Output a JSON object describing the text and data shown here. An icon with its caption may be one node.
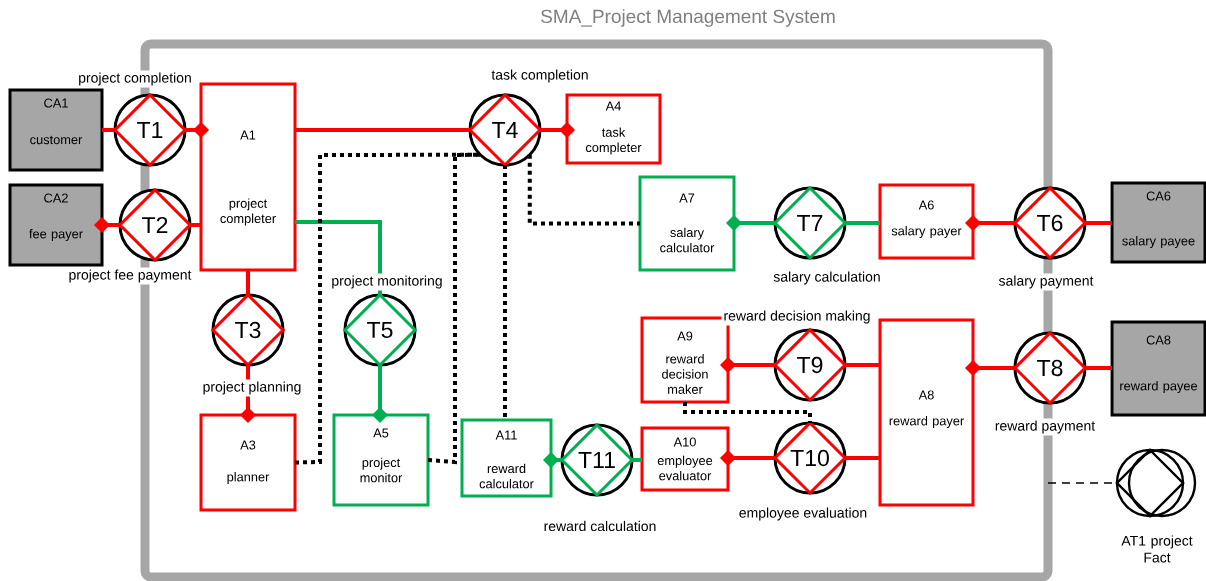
{
  "diagram": {
    "nodes": [
      {
        "text": [
          "SMA_Project Management System"
        ]
      },
      {
        "text": [
          "CA1",
          "customer"
        ]
      },
      {
        "text": [
          "CA2",
          "fee payer"
        ]
      },
      {
        "text": [
          "T1"
        ],
        "beside": [
          "project completion"
        ]
      },
      {
        "text": [
          "T2"
        ],
        "beside": [
          "project fee payment"
        ]
      },
      {
        "text": [
          "A1",
          "project completer"
        ],
        "in": 0
      },
      {
        "text": [
          "T3"
        ],
        "beside": [
          "project planning"
        ],
        "in": 0
      },
      {
        "text": [
          "A3",
          "planner"
        ],
        "in": 0
      },
      {
        "text": [
          "T5"
        ],
        "beside": [
          "project monitoring"
        ],
        "in": 0
      },
      {
        "text": [
          "A5",
          "project monitor"
        ],
        "in": 0
      },
      {
        "text": [
          "T4"
        ],
        "beside": [
          "task completion"
        ],
        "in": 0
      },
      {
        "text": [
          "A4",
          "task completer"
        ],
        "in": 0
      },
      {
        "text": [
          "A7",
          "salary calculator"
        ],
        "in": 0
      },
      {
        "text": [
          "T7"
        ],
        "beside": [
          "salary calculation"
        ],
        "in": 0
      },
      {
        "text": [
          "A6",
          "salary payer"
        ],
        "in": 0
      },
      {
        "text": [
          "T6"
        ],
        "beside": [
          "salary payment"
        ]
      },
      {
        "text": [
          "CA6",
          "salary payee"
        ]
      },
      {
        "text": [
          "A9",
          "reward decision maker"
        ],
        "in": 0
      },
      {
        "text": [
          "T9"
        ],
        "beside": [
          "reward decision making"
        ],
        "in": 0
      },
      {
        "text": [
          "A8",
          "reward payer"
        ],
        "in": 0
      },
      {
        "text": [
          "T8"
        ],
        "beside": [
          "reward payment"
        ]
      },
      {
        "text": [
          "CA8",
          "reward payee"
        ]
      },
      {
        "text": [
          "A11",
          "reward calculator"
        ],
        "in": 0
      },
      {
        "text": [
          "T11"
        ],
        "beside": [
          "reward calculation"
        ],
        "in": 0
      },
      {
        "text": [
          "A10",
          "employee evaluator"
        ],
        "in": 0
      },
      {
        "text": [
          "T10"
        ],
        "beside": [
          "employee evaluation"
        ],
        "in": 0
      },
      {
        "text": [],
        "shape": "circle",
        "beside": [
          "AT1 project Fact"
        ]
      }
    ],
    "edges": [
      {
        "from": 1,
        "to": 3,
        "arrow": "none"
      },
      {
        "from": 3,
        "to": 5,
        "arrow": "other"
      },
      {
        "from": 4,
        "to": 2,
        "arrow": "other"
      },
      {
        "from": 4,
        "to": 5,
        "arrow": "none"
      },
      {
        "from": 5,
        "to": 6,
        "arrow": "none"
      },
      {
        "from": 6,
        "to": 7,
        "arrow": "other"
      },
      {
        "from": 5,
        "to": 10,
        "arrow": "none"
      },
      {
        "from": 10,
        "to": 11,
        "arrow": "other"
      },
      {
        "from": 5,
        "to": 8,
        "arrow": "none",
        "color": "#00b050"
      },
      {
        "from": 8,
        "to": 9,
        "arrow": "other",
        "color": "#00b050"
      },
      {
        "from": 13,
        "to": 12,
        "arrow": "other",
        "color": "#00b050"
      },
      {
        "from": 14,
        "to": 13,
        "arrow": "none",
        "color": "#00b050"
      },
      {
        "from": 15,
        "to": 14,
        "arrow": "other"
      },
      {
        "from": 16,
        "to": 15,
        "arrow": "none"
      },
      {
        "from": 19,
        "to": 18,
        "arrow": "none"
      },
      {
        "from": 18,
        "to": 17,
        "arrow": "other"
      },
      {
        "from": 20,
        "to": 19,
        "arrow": "other"
      },
      {
        "from": 21,
        "to": 20,
        "arrow": "none"
      },
      {
        "from": 19,
        "to": 25,
        "arrow": "none"
      },
      {
        "from": 25,
        "to": 24,
        "arrow": "other"
      },
      {
        "from": 24,
        "to": 23,
        "arrow": "none",
        "color": "#00b050"
      },
      {
        "from": 23,
        "to": 22,
        "arrow": "other",
        "color": "#00b050"
      },
      {
        "from": 7,
        "to": 10,
        "arrow": "none",
        "style": "dashed",
        "color": "#000000"
      },
      {
        "from": 9,
        "to": 10,
        "arrow": "none",
        "style": "dashed",
        "color": "#000000"
      },
      {
        "from": 10,
        "to": 12,
        "arrow": "none",
        "style": "dashed",
        "color": "#000000"
      },
      {
        "from": 10,
        "to": 22,
        "arrow": "none",
        "style": "dashed",
        "color": "#000000"
      },
      {
        "from": 17,
        "to": 25,
        "arrow": "none",
        "style": "dashed",
        "color": "#000000"
      },
      {
        "from": 0,
        "to": 26,
        "arrow": "none",
        "style": "dashed",
        "color": "#000000"
      }
    ]
  }
}
